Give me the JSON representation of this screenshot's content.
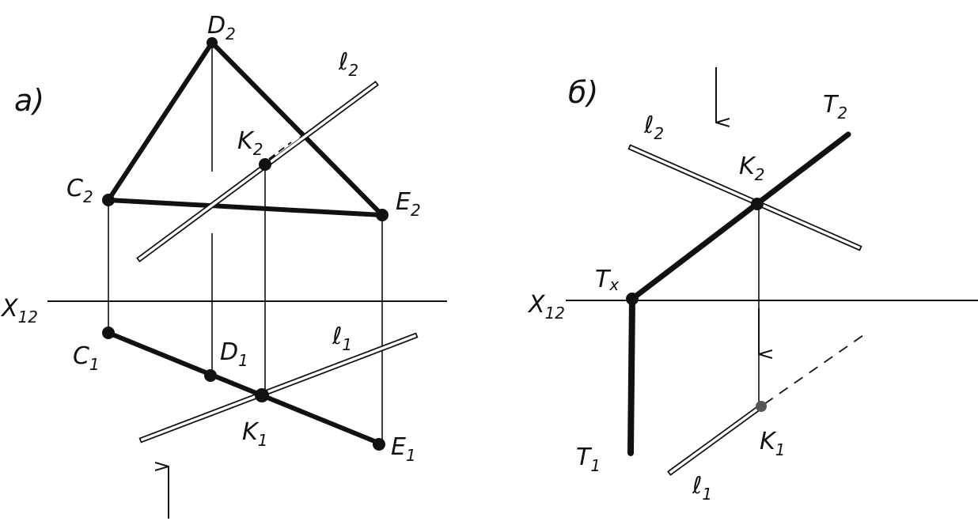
{
  "panel_a": {
    "caption": "a)",
    "axis": {
      "base": "X",
      "sub": "12"
    },
    "points": {
      "D2": {
        "base": "D",
        "sub": "2"
      },
      "C2": {
        "base": "C",
        "sub": "2"
      },
      "E2": {
        "base": "E",
        "sub": "2"
      },
      "K2": {
        "base": "K",
        "sub": "2"
      },
      "C1": {
        "base": "C",
        "sub": "1"
      },
      "D1": {
        "base": "D",
        "sub": "1"
      },
      "K1": {
        "base": "K",
        "sub": "1"
      },
      "E1": {
        "base": "E",
        "sub": "1"
      }
    },
    "lines": {
      "l2": {
        "base": "ℓ",
        "sub": "2"
      },
      "l1": {
        "base": "ℓ",
        "sub": "1"
      }
    }
  },
  "panel_b": {
    "caption": "б)",
    "axis": {
      "base": "X",
      "sub": "12"
    },
    "points": {
      "T2": {
        "base": "T",
        "sub": "2"
      },
      "K2": {
        "base": "K",
        "sub": "2"
      },
      "Tx": {
        "base": "T",
        "sub": "x"
      },
      "T1": {
        "base": "T",
        "sub": "1"
      },
      "K1": {
        "base": "K",
        "sub": "1"
      }
    },
    "lines": {
      "l2": {
        "base": "ℓ",
        "sub": "2"
      },
      "l1": {
        "base": "ℓ",
        "sub": "1"
      }
    }
  },
  "colors": {
    "ink": "#111111",
    "background": "#ffffff"
  }
}
